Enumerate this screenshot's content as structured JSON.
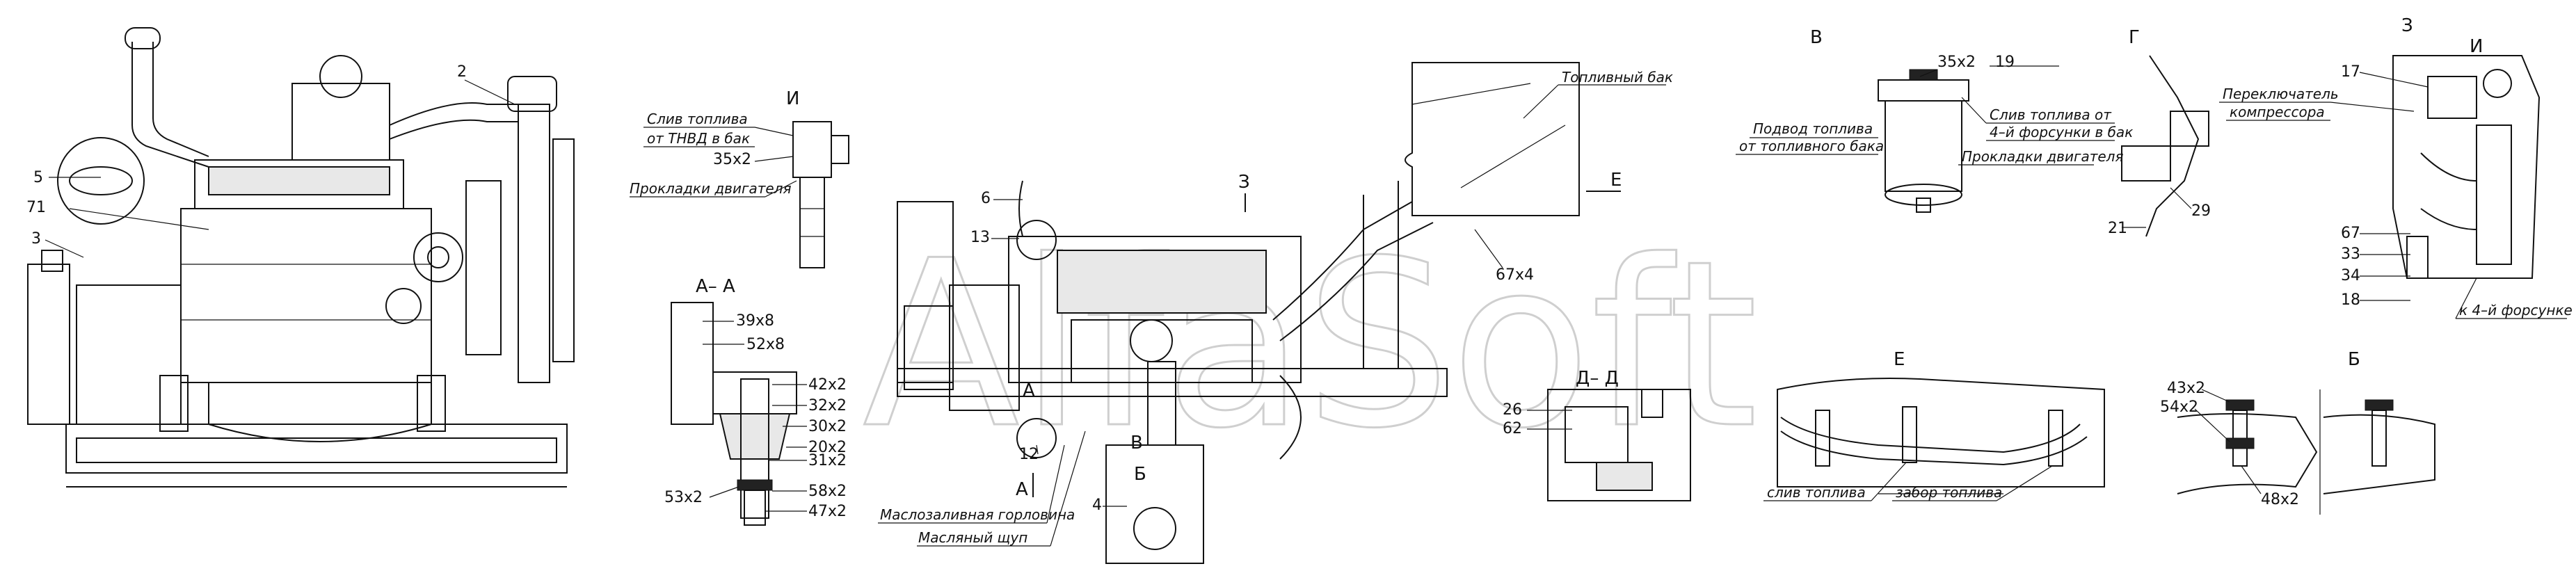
{
  "watermark": "AlfaSoft",
  "views": {
    "side_view": {
      "callouts": [
        "5",
        "71",
        "3",
        "2"
      ]
    },
    "section_A_A": {
      "title": "А– А",
      "callouts": [
        "39х8",
        "52х8",
        "42х2",
        "32х2",
        "30х2",
        "20х2",
        "31х2",
        "58х2",
        "53х2",
        "47х2"
      ]
    },
    "view_I_upper": {
      "title": "И",
      "fuel_drain_line1": "Слив топлива",
      "fuel_drain_line2": "от ТНВД в бак",
      "callout": "35х2",
      "gaskets": "Прокладки двигателя"
    },
    "plan_view": {
      "callouts": [
        "6",
        "13",
        "12",
        "4",
        "З",
        "Е",
        "В",
        "А",
        "А",
        "Б",
        "67х4"
      ],
      "fuel_tank": "Топливный бак",
      "oil_filler": "Маслозаливная горловина",
      "dipstick": "Масляный щуп"
    },
    "section_D_D": {
      "title": "Д– Д",
      "callouts": [
        "26",
        "62"
      ]
    },
    "view_V": {
      "title": "В",
      "callouts": [
        "35х2",
        "19"
      ],
      "fuel_supply_line1": "Подвод топлива",
      "fuel_supply_line2": "от топливного бака",
      "fuel_drain_line1": "Слив топлива от",
      "fuel_drain_line2": "4–й форсунки в бак",
      "gaskets": "Прокладки двигателя"
    },
    "view_G": {
      "title": "Г",
      "callouts": [
        "29",
        "21"
      ]
    },
    "view_E": {
      "title": "Е",
      "fuel_drain": "слив топлива",
      "fuel_intake": "забор топлива"
    },
    "view_Z": {
      "title_z": "З",
      "title_i": "И",
      "callouts": [
        "17",
        "67",
        "33",
        "34",
        "18"
      ],
      "switch_line1": "Переключатель",
      "switch_line2": "компрессора",
      "to_injector": "к 4–й форсунке"
    },
    "view_B": {
      "title": "Б",
      "callouts": [
        "43х2",
        "54х2",
        "48х2"
      ]
    }
  }
}
